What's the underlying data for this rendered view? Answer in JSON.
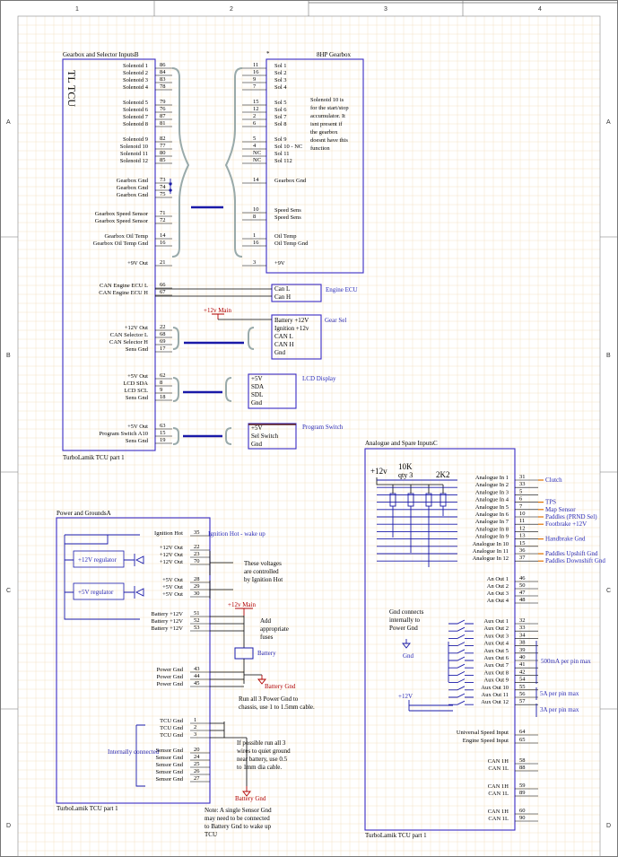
{
  "frame": {
    "cols": [
      "1",
      "2",
      "3",
      "4"
    ],
    "rows": [
      "A",
      "B",
      "C",
      "D"
    ]
  },
  "gearbox": {
    "title": "Gearbox and Selector InputsB",
    "tcu": "TL TCU",
    "footer": "TurboLamik TCU part 1",
    "pins": [
      {
        "n": "Solenoid 1",
        "p": "86"
      },
      {
        "n": "Solenoid 2",
        "p": "84"
      },
      {
        "n": "Solenoid 3",
        "p": "83"
      },
      {
        "n": "Solenoid 4",
        "p": "78"
      },
      {
        "n": "Solenoid 5",
        "p": "79"
      },
      {
        "n": "Solenoid 6",
        "p": "76"
      },
      {
        "n": "Solenoid 7",
        "p": "87"
      },
      {
        "n": "Solenoid 8",
        "p": "81"
      },
      {
        "n": "Solenoid 9",
        "p": "82"
      },
      {
        "n": "Solenoid 10",
        "p": "77"
      },
      {
        "n": "Solenoid 11",
        "p": "80"
      },
      {
        "n": "Solenoid 12",
        "p": "85"
      },
      {
        "n": "Gearbox Gnd",
        "p": "73"
      },
      {
        "n": "Gearbox Gnd",
        "p": "74"
      },
      {
        "n": "Gearbox Gnd",
        "p": "75"
      },
      {
        "n": "Gearbox Speed Sensor",
        "p": "71"
      },
      {
        "n": "Gearbox Speed Sensor",
        "p": "72"
      },
      {
        "n": "Gearbox Oil Temp",
        "p": "14"
      },
      {
        "n": "Gearbox Oil Temp Gnd",
        "p": "16"
      },
      {
        "n": "+9V Out",
        "p": "21"
      },
      {
        "n": "CAN Engine ECU L",
        "p": "66"
      },
      {
        "n": "CAN Engine ECU H",
        "p": "67"
      },
      {
        "n": "+12V Out",
        "p": "22"
      },
      {
        "n": "CAN Selector L",
        "p": "68"
      },
      {
        "n": "CAN Selector H",
        "p": "69"
      },
      {
        "n": "Sens Gnd",
        "p": "17"
      },
      {
        "n": "+5V Out",
        "p": "62"
      },
      {
        "n": "LCD SDA",
        "p": "8"
      },
      {
        "n": "LCD SCL",
        "p": "9"
      },
      {
        "n": "Sens Gnd",
        "p": "18"
      },
      {
        "n": "+5V Out",
        "p": "63"
      },
      {
        "n": "Program Switch A10",
        "p": "15"
      },
      {
        "n": "Sens Gnd",
        "p": "19"
      }
    ]
  },
  "hp8": {
    "title": "8HP Gearbox",
    "star": "*",
    "pins": [
      {
        "p": "11",
        "n": "Sol 1"
      },
      {
        "p": "16",
        "n": "Sol 2"
      },
      {
        "p": "9",
        "n": "Sol 3"
      },
      {
        "p": "7",
        "n": "Sol 4"
      },
      {
        "p": "15",
        "n": "Sol 5"
      },
      {
        "p": "12",
        "n": "Sol 6"
      },
      {
        "p": "2",
        "n": "Sol 7"
      },
      {
        "p": "6",
        "n": "Sol 8"
      },
      {
        "p": "5",
        "n": "Sol 9"
      },
      {
        "p": "4",
        "n": "Sol 10 - NC"
      },
      {
        "p": "NC",
        "n": "Sol 11"
      },
      {
        "p": "NC",
        "n": "Sol 112"
      },
      {
        "p": "14",
        "n": "Gearbox Gnd"
      },
      {
        "p": "10",
        "n": "Speed Sens"
      },
      {
        "p": "8",
        "n": "Speed Sens"
      },
      {
        "p": "1",
        "n": "Oil Temp"
      },
      {
        "p": "16",
        "n": "Oil Temp Gnd"
      },
      {
        "p": "3",
        "n": "+9V"
      }
    ],
    "note": [
      "Solenoid 10 is",
      "for the start/stop",
      "accumulator. It",
      "isnt present if",
      "the gearbox",
      "doesnt have this",
      "function"
    ]
  },
  "engine_ecu": {
    "label": "Engine ECU",
    "pins": [
      "Can L",
      "Can H"
    ]
  },
  "gear_sel": {
    "label": "Gear Sel",
    "supply": "+12v Main",
    "pins": [
      "Battery +12V",
      "Ignition +12v",
      "CAN L",
      "CAN H",
      "Gnd"
    ]
  },
  "lcd": {
    "label": "LCD Display",
    "pins": [
      "+5V",
      "SDA",
      "SDL",
      "Gnd"
    ]
  },
  "prog": {
    "label": "Program Switch",
    "pins": [
      "+5V",
      "Sel Switch",
      "Gnd"
    ]
  },
  "power": {
    "title": "Power and GroundsA",
    "footer": "TurboLamik TCU part 1",
    "ign": {
      "n": "Ignition Hot",
      "p": "35",
      "note": "Ignition Hot - wake up"
    },
    "reg12": "+12V regulator",
    "reg5": "+5V regulator",
    "out12": [
      {
        "n": "+12V Out",
        "p": "22"
      },
      {
        "n": "+12V Out",
        "p": "23"
      },
      {
        "n": "+12V Out",
        "p": "70"
      }
    ],
    "out5": [
      {
        "n": "+5V Out",
        "p": "28"
      },
      {
        "n": "+5V Out",
        "p": "29"
      },
      {
        "n": "+5V Out",
        "p": "30"
      }
    ],
    "ign_note": [
      "These voltages",
      "are controlled",
      "by Ignition Hot"
    ],
    "main": "+12v Main",
    "batt": [
      {
        "n": "Battery +12V",
        "p": "51"
      },
      {
        "n": "Battery +12V",
        "p": "52"
      },
      {
        "n": "Battery +12V",
        "p": "53"
      }
    ],
    "fuse_note": [
      "Add",
      "appropriate",
      "fuses"
    ],
    "battery": "Battery",
    "pgnd": [
      {
        "n": "Power Gnd",
        "p": "43"
      },
      {
        "n": "Power Gnd",
        "p": "44"
      },
      {
        "n": "Power Gnd",
        "p": "45"
      }
    ],
    "batt_gnd": "Battery Gnd",
    "pgnd_note": [
      "Run all 3 Power Gnd to",
      "chassis, use 1 to 1.5mm cable."
    ],
    "tgnd": [
      {
        "n": "TCU Gnd",
        "p": "1"
      },
      {
        "n": "TCU Gnd",
        "p": "2"
      },
      {
        "n": "TCU Gnd",
        "p": "3"
      }
    ],
    "tgnd_note": [
      "If possible run all 3",
      "wires to quiet ground",
      "near battery, use 0.5",
      "to 1mm dia cable."
    ],
    "internal": "Internally connected",
    "sgnd": [
      {
        "n": "Sensor Gnd",
        "p": "20"
      },
      {
        "n": "Sensor Gnd",
        "p": "24"
      },
      {
        "n": "Sensor Gnd",
        "p": "25"
      },
      {
        "n": "Sensor Gnd",
        "p": "26"
      },
      {
        "n": "Sensor Gnd",
        "p": "27"
      }
    ],
    "note": [
      "Note: A single Sensor Gnd",
      "may need to be connected",
      "to Battery Gnd to wake up",
      "TCU"
    ]
  },
  "analogue": {
    "title": "Analogue and Spare InputsC",
    "footer": "TurboLamik TCU part 1",
    "supply": "+12v",
    "res": [
      "10K",
      "qty 3",
      "2K2"
    ],
    "ain": [
      {
        "n": "Analogue In 1",
        "p": "31",
        "f": "Clutch"
      },
      {
        "n": "Analogue In 2",
        "p": "33",
        "f": ""
      },
      {
        "n": "Analogue In 3",
        "p": "5",
        "f": ""
      },
      {
        "n": "Analogue In 4",
        "p": "6",
        "f": "TPS"
      },
      {
        "n": "Analogue In 5",
        "p": "7",
        "f": "Map Sensor"
      },
      {
        "n": "Analogue In 6",
        "p": "10",
        "f": "Paddles (PRND Sel)"
      },
      {
        "n": "Analogue In 7",
        "p": "11",
        "f": "Footbrake +12V"
      },
      {
        "n": "Analogue In 8",
        "p": "12",
        "f": ""
      },
      {
        "n": "Analogue In 9",
        "p": "13",
        "f": "Handbrake Gnd"
      },
      {
        "n": "Analogue In 10",
        "p": "15",
        "f": ""
      },
      {
        "n": "Analogue In 11",
        "p": "36",
        "f": "Paddles Upshift Gnd"
      },
      {
        "n": "Analogue In 12",
        "p": "37",
        "f": "Paddles Downshift Gnd"
      }
    ],
    "aout": [
      {
        "n": "An Out 1",
        "p": "46"
      },
      {
        "n": "An Out 2",
        "p": "50"
      },
      {
        "n": "An Out 3",
        "p": "47"
      },
      {
        "n": "An Out 4",
        "p": "48"
      }
    ],
    "gnd_note": [
      "Gnd connects",
      "internally to",
      "Power Gnd"
    ],
    "gnd": "Gnd",
    "plus12": "+12V",
    "aux": [
      {
        "n": "Aux Out 1",
        "p": "32"
      },
      {
        "n": "Aux Out 2",
        "p": "33"
      },
      {
        "n": "Aux Out 3",
        "p": "34"
      },
      {
        "n": "Aux Out 4",
        "p": "38"
      },
      {
        "n": "Aux Out 5",
        "p": "39"
      },
      {
        "n": "Aux Out 6",
        "p": "40"
      },
      {
        "n": "Aux Out 7",
        "p": "41"
      },
      {
        "n": "Aux Out 8",
        "p": "42"
      },
      {
        "n": "Aux Out 9",
        "p": "54"
      },
      {
        "n": "Aux Out 10",
        "p": "55"
      },
      {
        "n": "Aux Out 11",
        "p": "56"
      },
      {
        "n": "Aux Out 12",
        "p": "57"
      }
    ],
    "aux_notes": [
      "500mA per pin max",
      "5A per pin max",
      "3A per pin max"
    ],
    "speed": [
      {
        "n": "Universal Speed Input",
        "p": "64"
      },
      {
        "n": "Engine Speed Input",
        "p": "65"
      }
    ],
    "can": [
      {
        "n": "CAN 1H",
        "p": "58"
      },
      {
        "n": "CAN 1L",
        "p": "88"
      },
      {
        "n": "CAN 1H",
        "p": "59"
      },
      {
        "n": "CAN 1L",
        "p": "89"
      },
      {
        "n": "CAN 1H",
        "p": "60"
      },
      {
        "n": "CAN 1L",
        "p": "90"
      }
    ]
  }
}
